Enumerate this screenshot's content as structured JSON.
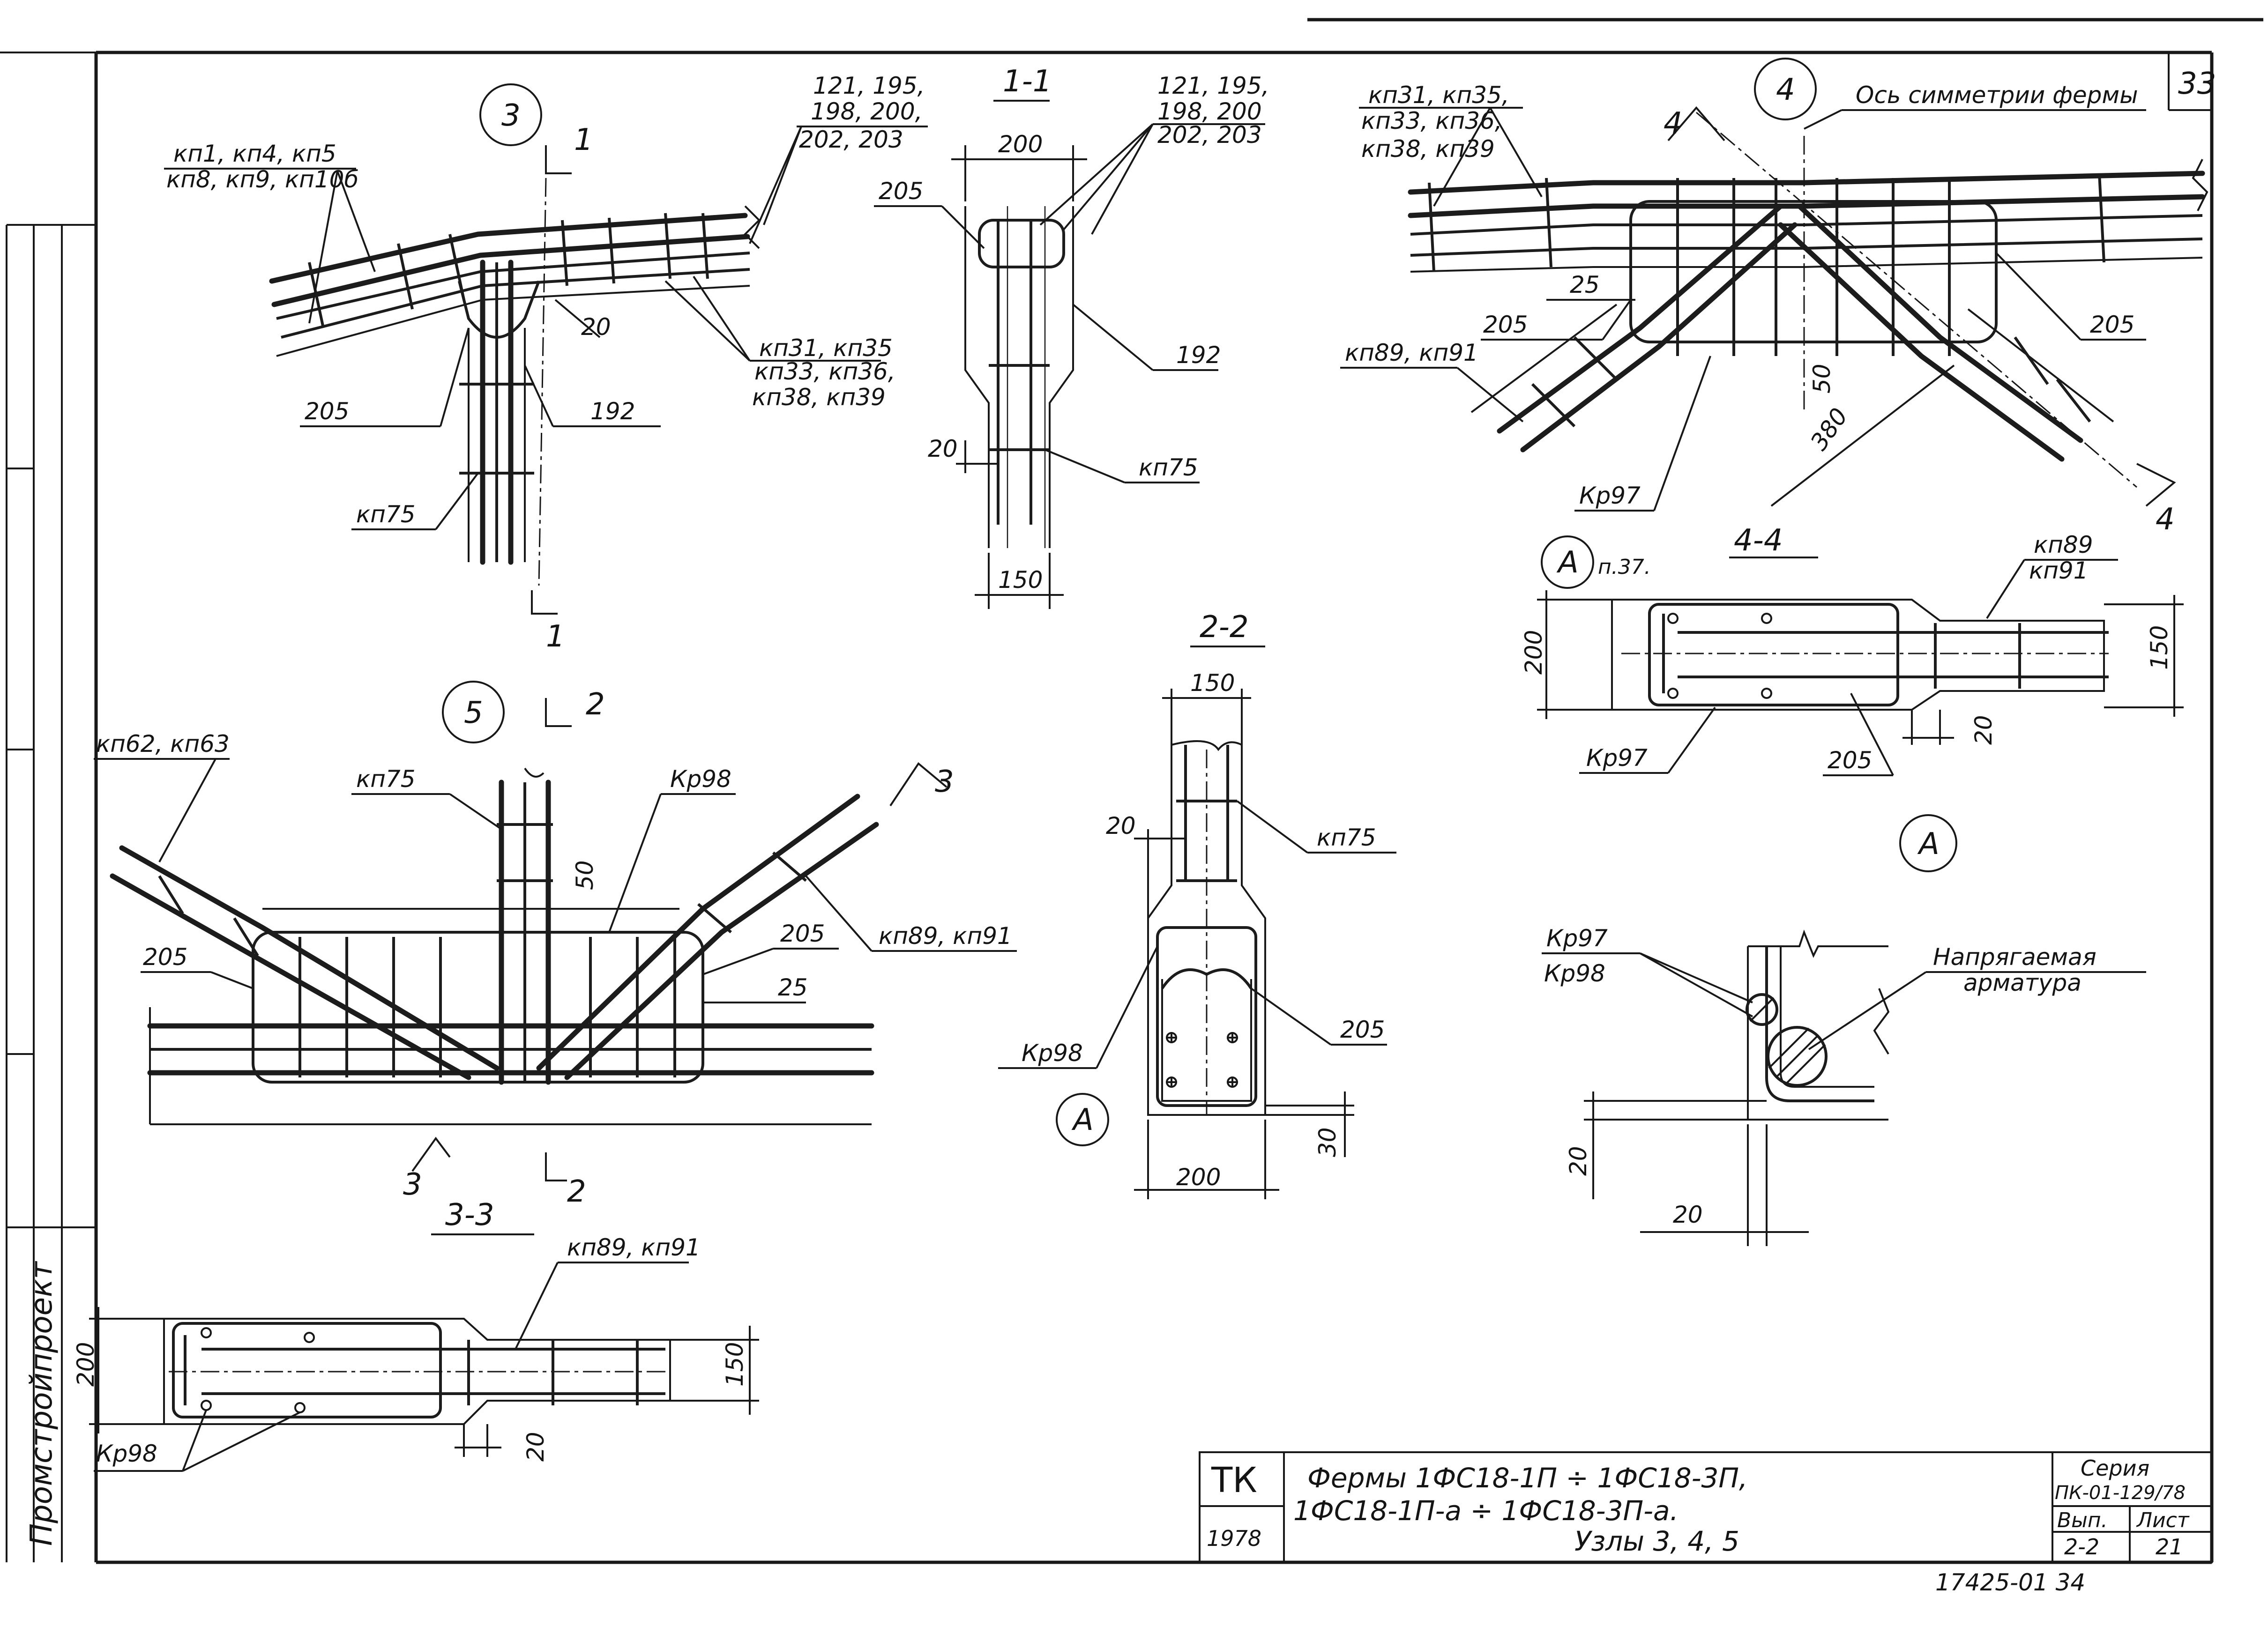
{
  "sheet_number": "33",
  "side_stamp": "Промстройпроект",
  "callouts": {
    "node3": "3",
    "node4": "4",
    "node5": "5",
    "detailA": "A"
  },
  "node3": {
    "label_kp_top_1": "кп1, кп4, кп5",
    "label_kp_top_2": "кп8, кп9, кп10б",
    "marks_1": "121, 195,",
    "marks_2": "198, 200,",
    "marks_3": "202, 203",
    "kp31_1": "кп31, кп35",
    "kp31_2": "кп33, кп36,",
    "kp31_3": "кп38, кп39",
    "dim_20": "20",
    "label_205": "205",
    "label_192": "192",
    "label_kp75": "кп75",
    "cut_1_top": "1",
    "cut_1_bottom": "1"
  },
  "section11": {
    "title": "1-1",
    "marks_1": "121, 195,",
    "marks_2": "198, 200",
    "marks_3": "202, 203",
    "dim_200": "200",
    "dim_20": "20",
    "dim_150": "150",
    "label_205": "205",
    "label_192": "192",
    "label_kp75": "кп75"
  },
  "node4": {
    "kp_1": "кп31, кп35,",
    "kp_2": "кп33, кп36,",
    "kp_3": "кп38, кп39",
    "axis_label": "Ось симметрии фермы",
    "cut_4_top": "4",
    "cut_4_bottom": "4",
    "dim_25": "25",
    "label_205_left": "205",
    "label_205_right": "205",
    "label_kp89": "кп89, кп91",
    "dim_50": "50",
    "dim_380": "380",
    "label_kr97": "Кр97"
  },
  "section44": {
    "title": "4-4",
    "callout_note": "п.37.",
    "label_kp89": "кп89",
    "label_kp91": "кп91",
    "dim_200": "200",
    "dim_150": "150",
    "dim_20": "20",
    "label_kr97": "Кр97",
    "label_205": "205"
  },
  "node5": {
    "cut_2_top": "2",
    "cut_2_bottom": "2",
    "cut_3_top": "3",
    "cut_3_bottom": "3",
    "label_kp62": "кп62, кп63",
    "label_kp75": "кп75",
    "label_kr98": "Кр98",
    "dim_50": "50",
    "label_205_left": "205",
    "label_205_right": "205",
    "dim_25": "25",
    "label_kp89": "кп89, кп91"
  },
  "section22": {
    "title": "2-2",
    "dim_150": "150",
    "dim_20": "20",
    "label_kp75": "кп75",
    "label_kr98": "Кр98",
    "label_205": "205",
    "dim_30": "30",
    "dim_200": "200"
  },
  "section33": {
    "title": "3-3",
    "label_kp89": "кп89, кп91",
    "dim_200": "200",
    "dim_150": "150",
    "dim_20": "20",
    "label_kr98": "Кр98"
  },
  "detailA": {
    "label_kr97": "Кр97",
    "label_kr98": "Кр98",
    "label_prestressed_1": "Напрягаемая",
    "label_prestressed_2": "арматура",
    "dim_20_v": "20",
    "dim_20_h": "20"
  },
  "title_block": {
    "org": "ТК",
    "year": "1978",
    "title_line_1": "Фермы 1ФС18-1П ÷ 1ФС18-3П,",
    "title_line_2": "1ФС18-1П-а ÷ 1ФС18-3П-а.",
    "title_line_3": "Узлы 3, 4, 5",
    "series_label": "Серия",
    "series_value": "ПК-01-129/78",
    "issue_label": "Вып.",
    "issue_value": "2-2",
    "sheet_label": "Лист",
    "sheet_value": "21"
  },
  "archive_number": "17425-01 34"
}
